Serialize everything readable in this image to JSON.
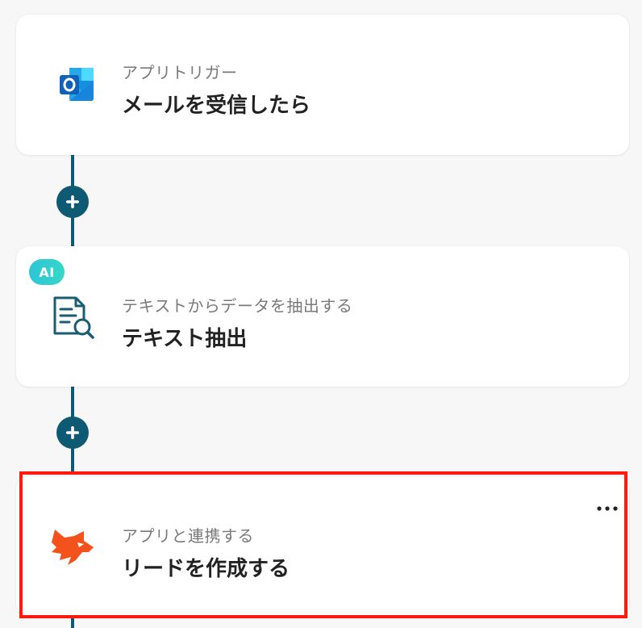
{
  "flow": {
    "steps": [
      {
        "subtitle": "アプリトリガー",
        "title": "メールを受信したら",
        "icon": "outlook-icon"
      },
      {
        "badge": "AI",
        "subtitle": "テキストからデータを抽出する",
        "title": "テキスト抽出",
        "icon": "document-search-icon"
      },
      {
        "subtitle": "アプリと連携する",
        "title": "リードを作成する",
        "icon": "fox-logo-icon"
      }
    ],
    "add_step_icon": "plus-icon",
    "more_icon": "more-horizontal-icon"
  },
  "colors": {
    "connector": "#0f5a73",
    "highlight": "#ff1a0e",
    "ai_badge": "#2cc6d6",
    "fox": "#f4521c"
  }
}
